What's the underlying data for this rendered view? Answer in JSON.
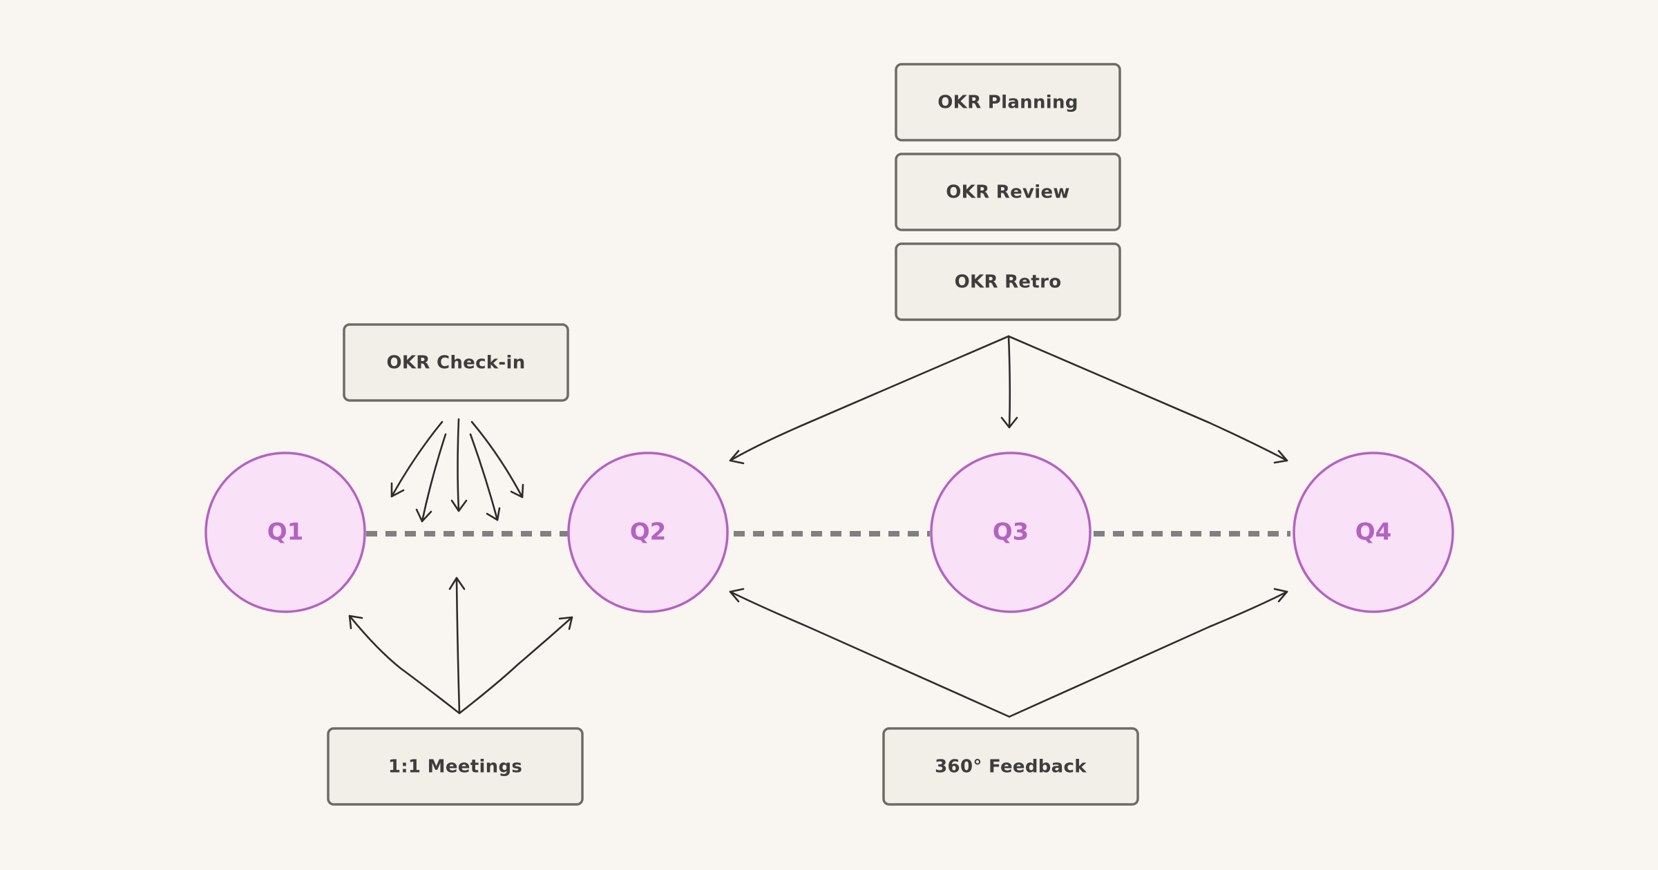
{
  "colors": {
    "background": "#f9f5f0",
    "box_fill": "#f2eee8",
    "box_stroke": "#6e6b67",
    "box_text": "#3f3d3b",
    "quarter_fill": "#f9e2f8",
    "quarter_stroke": "#b462c2",
    "quarter_text": "#b462c2",
    "timeline": "#808080",
    "arrow": "#2e2c2b"
  },
  "quarters": [
    {
      "id": "q1",
      "label": "Q1"
    },
    {
      "id": "q2",
      "label": "Q2"
    },
    {
      "id": "q3",
      "label": "Q3"
    },
    {
      "id": "q4",
      "label": "Q4"
    }
  ],
  "boxes": {
    "okr_planning": {
      "label": "OKR Planning"
    },
    "okr_review": {
      "label": "OKR Review"
    },
    "okr_retro": {
      "label": "OKR Retro"
    },
    "okr_checkin": {
      "label": "OKR Check-in"
    },
    "one_on_one": {
      "label": "1:1 Meetings"
    },
    "feedback_360": {
      "label": "360° Feedback"
    }
  }
}
